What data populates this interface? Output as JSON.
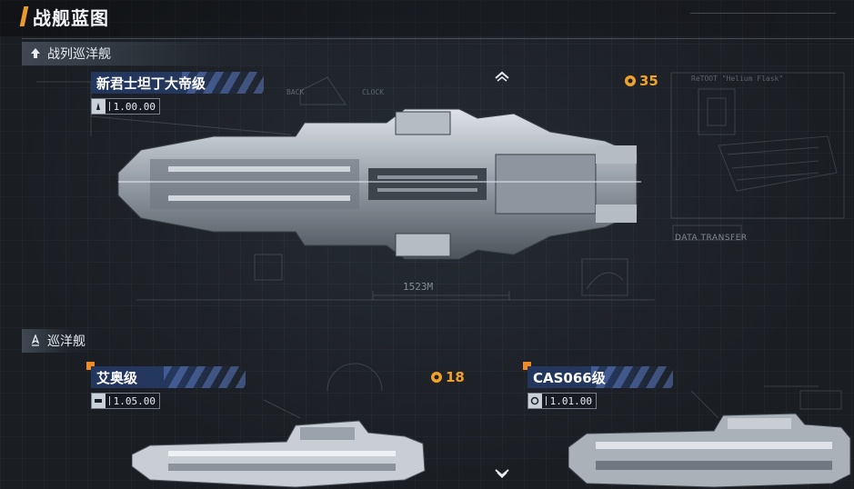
{
  "page": {
    "title": "战舰蓝图"
  },
  "sections": [
    {
      "label": "战列巡洋舰",
      "ships": [
        {
          "name": "新君士坦丁大帝级",
          "version": "1.00.00",
          "cost": "35",
          "length": "1523M"
        }
      ]
    },
    {
      "label": "巡洋舰",
      "ships": [
        {
          "name": "艾奥级",
          "version": "1.05.00",
          "cost": "18"
        },
        {
          "name": "CAS066级",
          "version": "1.01.00"
        }
      ]
    }
  ],
  "blueprint": {
    "data_transfer": "DATA TRANSFER",
    "schematic_caption": "ReTOOT \"Helium Flask\"",
    "tag_back": "BACK",
    "tag_clock": "CLOCK"
  },
  "colors": {
    "accent_orange": "#f0a226",
    "banner_blue": "#23365e",
    "background": "#1b1f25"
  },
  "icons": {
    "section_battlecruiser": "rank-chevron-icon",
    "section_cruiser": "rocket-icon",
    "cost": "resource-gear-icon",
    "scroll_up": "chevron-up-icon",
    "scroll_down": "chevron-down-icon"
  }
}
